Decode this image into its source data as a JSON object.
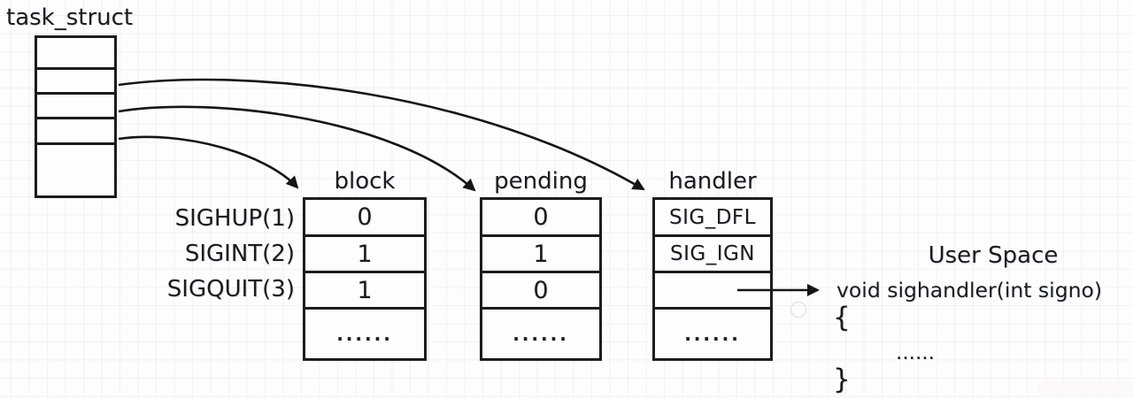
{
  "diagram_title": "task_struct",
  "signal_rows": [
    "SIGHUP(1)",
    "SIGINT(2)",
    "SIGQUIT(3)"
  ],
  "tables": {
    "block": {
      "header": "block",
      "values": [
        "0",
        "1",
        "1",
        "......"
      ]
    },
    "pending": {
      "header": "pending",
      "values": [
        "0",
        "1",
        "0",
        "......"
      ]
    },
    "handler": {
      "header": "handler",
      "values": [
        "SIG_DFL",
        "SIG_IGN",
        "",
        "......"
      ]
    }
  },
  "user_space": {
    "heading": "User Space",
    "signature": "void sighandler(int signo)",
    "open_brace": "{",
    "ellipsis": "......",
    "close_brace": "}"
  },
  "colors": {
    "ink": "#1b1b1b",
    "grid_major": "#c9c9c9",
    "grid_minor": "#f3f1f1",
    "background": "#fdfdfd"
  }
}
